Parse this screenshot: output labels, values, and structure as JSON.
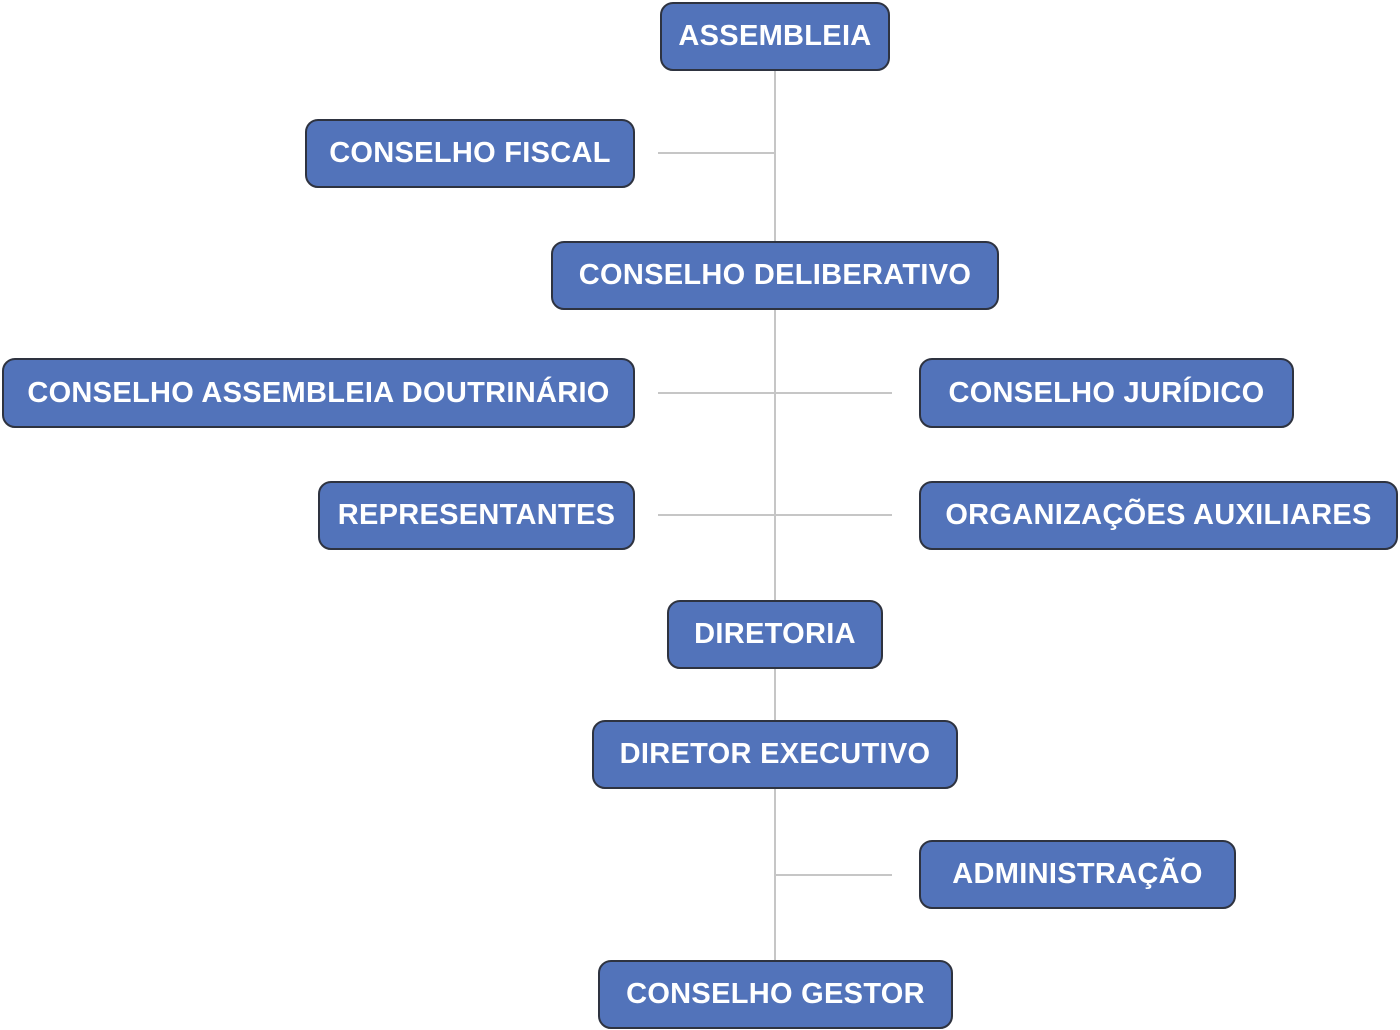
{
  "nodes": {
    "assembleia": "ASSEMBLEIA",
    "conselho_fiscal": "CONSELHO FISCAL",
    "conselho_deliberativo": "CONSELHO DELIBERATIVO",
    "conselho_assembleia_doutrinario": "CONSELHO ASSEMBLEIA DOUTRINÁRIO",
    "conselho_juridico": "CONSELHO JURÍDICO",
    "representantes": "REPRESENTANTES",
    "organizacoes_auxiliares": "ORGANIZAÇÕES AUXILIARES",
    "diretoria": "DIRETORIA",
    "diretor_executivo": "DIRETOR EXECUTIVO",
    "administracao": "ADMINISTRAÇÃO",
    "conselho_gestor": "CONSELHO GESTOR"
  },
  "colors": {
    "node_fill": "#5273ba",
    "node_border": "#2e3340",
    "connector": "#c6c6c6"
  }
}
